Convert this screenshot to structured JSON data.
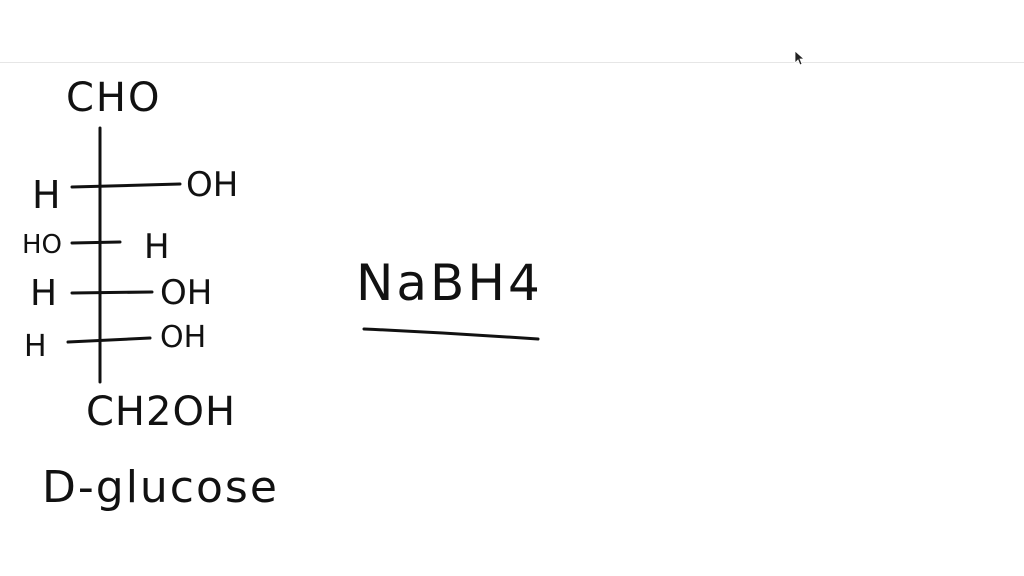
{
  "structure": {
    "top_group": "CHO",
    "rows": [
      {
        "left": "H",
        "right": "OH"
      },
      {
        "left": "HO",
        "right": "H"
      },
      {
        "left": "H",
        "right": "OH"
      },
      {
        "left": "H",
        "right": "OH"
      }
    ],
    "bottom_group": "CH2OH",
    "name": "D-glucose"
  },
  "reaction": {
    "reagent": "NaBH4"
  },
  "colors": {
    "ink": "#111111",
    "background": "#ffffff",
    "rule": "#e6e6e6"
  },
  "icons": {
    "cursor": "mouse-pointer-icon"
  }
}
